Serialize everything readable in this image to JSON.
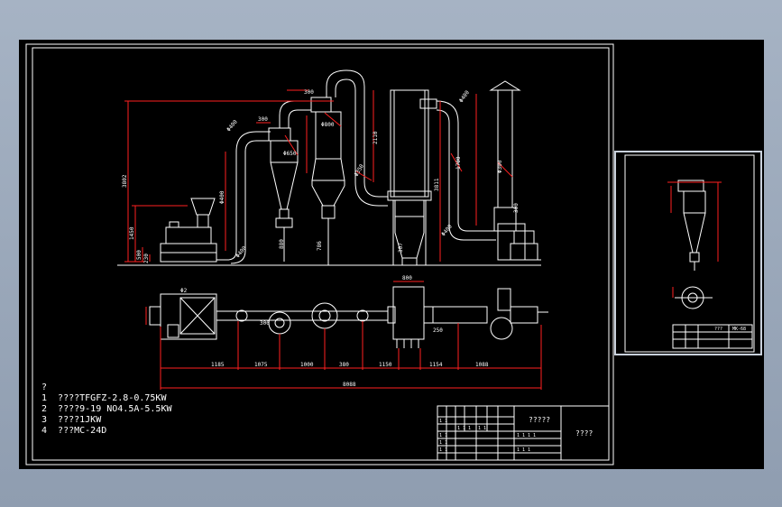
{
  "drawing": {
    "background_color": "#000000",
    "line_color": "#ffffff",
    "dimension_color": "#ff2020",
    "viewport_color": "#9aa8ba",
    "elevation_dims": {
      "overall_height": "3802",
      "pipe_dia_top": "Φ400",
      "pipe_len_1": "300",
      "pipe_len_2": "300",
      "cyclone_dia": "Φ650",
      "cyclone_2_dia": "Φ800",
      "duct_label": "2110",
      "duct_dia": "Φ350",
      "bag_top_dia": "Φ400",
      "bag_height": "3811",
      "stack_dia": "Φ300",
      "left_h1": "1450",
      "left_h2": "500",
      "left_h3": "230",
      "left_pipe": "Φ400",
      "small_1": "880",
      "small_2": "786",
      "small_3": "307",
      "small_4": "300",
      "small_5": "Φ400",
      "small_6": "Φ400",
      "bag_width": "1700"
    },
    "plan_dims": {
      "top_width": "800",
      "d1": "1185",
      "d2": "1075",
      "d3": "1000",
      "d4": "380",
      "d5": "1150",
      "d6": "1154",
      "d7": "1088",
      "total": "8088",
      "small_a": "300",
      "small_b": "250",
      "tag": "Φ2"
    }
  },
  "notes": {
    "heading": "?",
    "items": [
      "1  ????TFGFZ-2.8-0.75KW",
      "2  ????9-19 NO4.5A-5.5KW",
      "3  ????1JKW",
      "4  ???MC-24D"
    ]
  },
  "title_block": {
    "title": "?????",
    "company": "????",
    "cells": [
      "1 1",
      "1 1",
      "1 1",
      "1 1",
      "1 1",
      "1 1 1",
      "1 1 1 1",
      "1 1 1"
    ]
  },
  "detail": {
    "label_a": "???",
    "label_b": "MK-68"
  }
}
